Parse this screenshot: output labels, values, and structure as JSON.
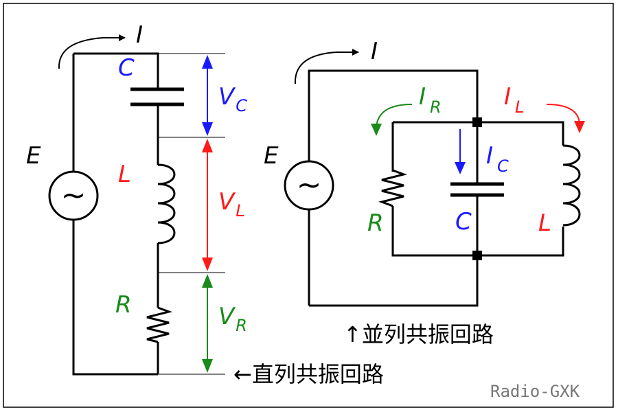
{
  "colors": {
    "wire": "#000000",
    "blue": "#1a1aff",
    "red": "#ff1a1a",
    "green": "#1a8a1a",
    "watermark": "#777777"
  },
  "series_circuit": {
    "current_label": "I",
    "source_label": "E",
    "source_symbol": "~",
    "capacitor_label": "C",
    "inductor_label": "L",
    "resistor_label": "R",
    "voltage_c": {
      "main": "V",
      "sub": "C"
    },
    "voltage_l": {
      "main": "V",
      "sub": "L"
    },
    "voltage_r": {
      "main": "V",
      "sub": "R"
    },
    "caption": "←直列共振回路"
  },
  "parallel_circuit": {
    "current_label": "I",
    "source_label": "E",
    "source_symbol": "~",
    "current_r": {
      "main": "I",
      "sub": "R"
    },
    "current_c": {
      "main": "I",
      "sub": "C"
    },
    "current_l": {
      "main": "I",
      "sub": "L"
    },
    "resistor_label": "R",
    "capacitor_label": "C",
    "inductor_label": "L",
    "caption": "↑並列共振回路"
  },
  "watermark": "Radio-GXK"
}
